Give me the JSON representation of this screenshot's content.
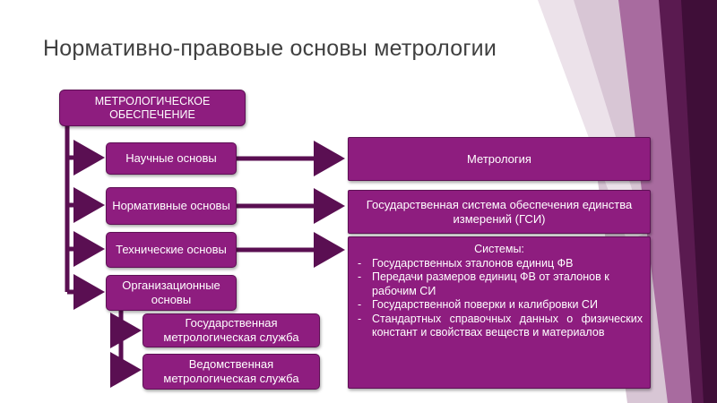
{
  "slide": {
    "title": "Нормативно-правовые основы метрологии"
  },
  "diagram": {
    "root": "МЕТРОЛОГИЧЕСКОЕ ОБЕСПЕЧЕНИЕ",
    "foundations": [
      {
        "label": "Научные основы"
      },
      {
        "label": "Нормативные основы"
      },
      {
        "label": "Технические основы"
      },
      {
        "label": "Организационные основы"
      }
    ],
    "services": [
      {
        "label": "Государственная метрологическая служба"
      },
      {
        "label": "Ведомственная метрологическая служба"
      }
    ],
    "results": {
      "metrology": "Метрология",
      "gsi": "Государственная система обеспечения единства измерений (ГСИ)",
      "systems": {
        "heading": "Системы:",
        "items": [
          "Государственных эталонов единиц ФВ",
          "Передачи размеров единиц ФВ от эталонов к рабочим СИ",
          "Государственной поверки и калибровки СИ",
          "Стандартных справочных данных о физических констант и свойствах веществ и материалов"
        ]
      }
    }
  },
  "colors": {
    "box_fill": "#8e1d7f",
    "box_border": "#5e1055",
    "connector": "#5a0f52",
    "accent_dark": "#4d1145",
    "accent_light": "#c3a8bf",
    "title": "#404040"
  }
}
